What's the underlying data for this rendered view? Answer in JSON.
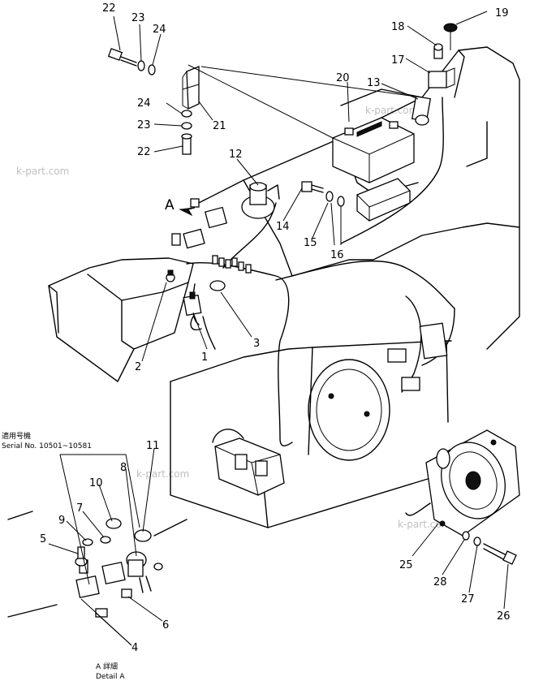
{
  "callouts": {
    "c1": "1",
    "c2": "2",
    "c3": "3",
    "c4": "4",
    "c5": "5",
    "c6": "6",
    "c7": "7",
    "c8": "8",
    "c9": "9",
    "c10": "10",
    "c11": "11",
    "c12": "12",
    "c13": "13",
    "c14": "14",
    "c15": "15",
    "c16": "16",
    "c17": "17",
    "c18": "18",
    "c19": "19",
    "c20": "20",
    "c21": "21",
    "c22": "22",
    "c23": "23",
    "c24": "24",
    "c25": "25",
    "c26": "26",
    "c27": "27",
    "c28": "28"
  },
  "view_marker": "A",
  "serial": {
    "line1": "適用号機",
    "line2": "Serial No. 10501~10581"
  },
  "detail": {
    "line1": "A 詳細",
    "line2": "Detail A"
  },
  "watermark": "k-part.com"
}
